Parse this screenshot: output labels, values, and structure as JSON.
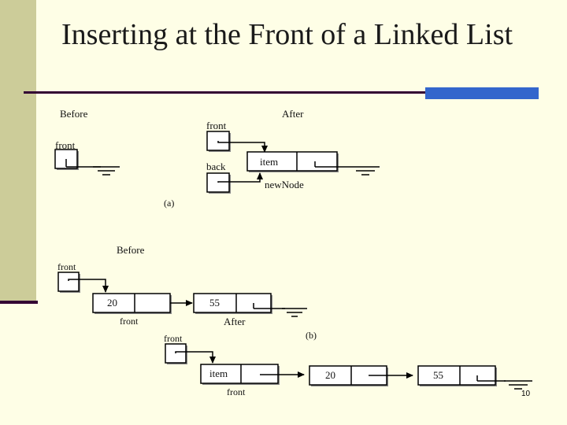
{
  "slide": {
    "title": "Inserting at the Front of a Linked List",
    "slide_number": "10"
  },
  "diagram_a": {
    "before_label": "Before",
    "after_label": "After",
    "front_label_before": "front",
    "front_label_after": "front",
    "back_label": "back",
    "node_item": "item",
    "new_node_label": "newNode",
    "caption": "(a)"
  },
  "diagram_b": {
    "before_label": "Before",
    "after_label": "After",
    "front_label_before": "front",
    "front_label_after": "front",
    "node_20_before": "20",
    "node_55_before": "55",
    "front_caption_before": "front",
    "node_item": "item",
    "node_20_after": "20",
    "node_55_after": "55",
    "front_caption_after": "front",
    "caption": "(b)"
  },
  "colors": {
    "background": "#fefee6",
    "sidebar": "#cccc99",
    "dark_rule": "#330033",
    "accent": "#3366cc"
  }
}
